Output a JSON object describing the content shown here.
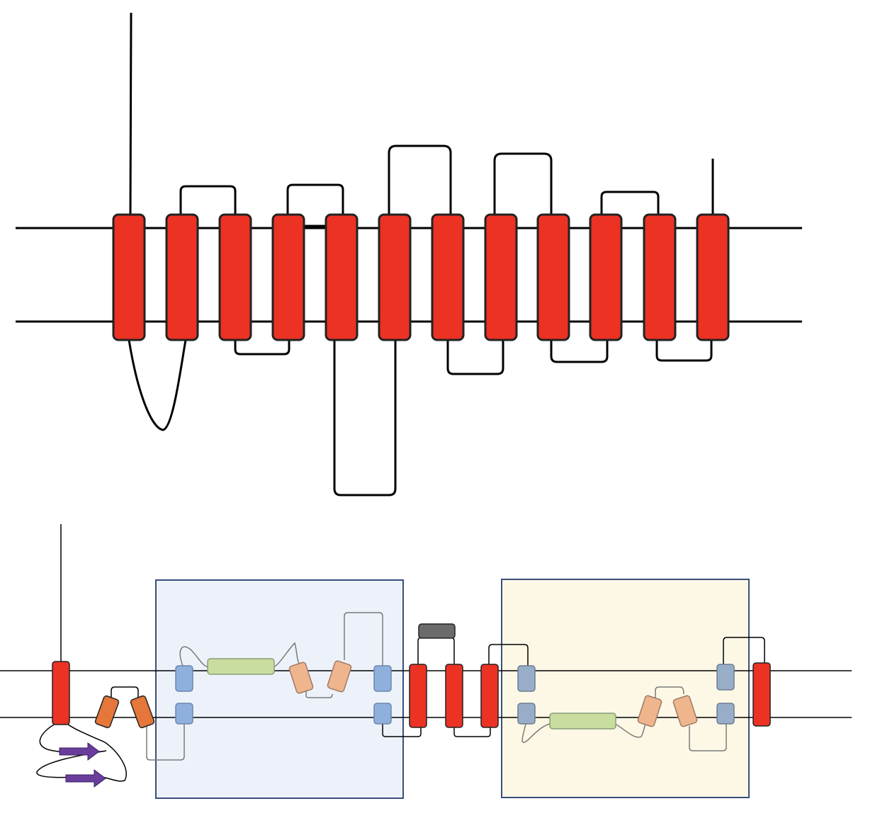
{
  "diagram": {
    "colors": {
      "background": "#ffffff",
      "line": "#000000",
      "helix_red": "#ec3223",
      "helix_orange": "#e5773a",
      "helix_orange_light": "#efb58c",
      "helix_blue": "#8fb0dc",
      "helix_blue_grey": "#98aec8",
      "helix_green": "#c9dd9e",
      "strand_purple": "#6a3d9c",
      "box_blue_fill": "#edf2fa",
      "box_yellow_fill": "#fdf8e6",
      "box_border": "#3a4f7a",
      "grey_loop": "#7a7a7a",
      "dark_cap": "#6b6b6b"
    },
    "top_panel": {
      "tm_helix_count": 12
    },
    "bottom_panel": {
      "repeat_domains": 2,
      "beta_strands": 2
    }
  }
}
